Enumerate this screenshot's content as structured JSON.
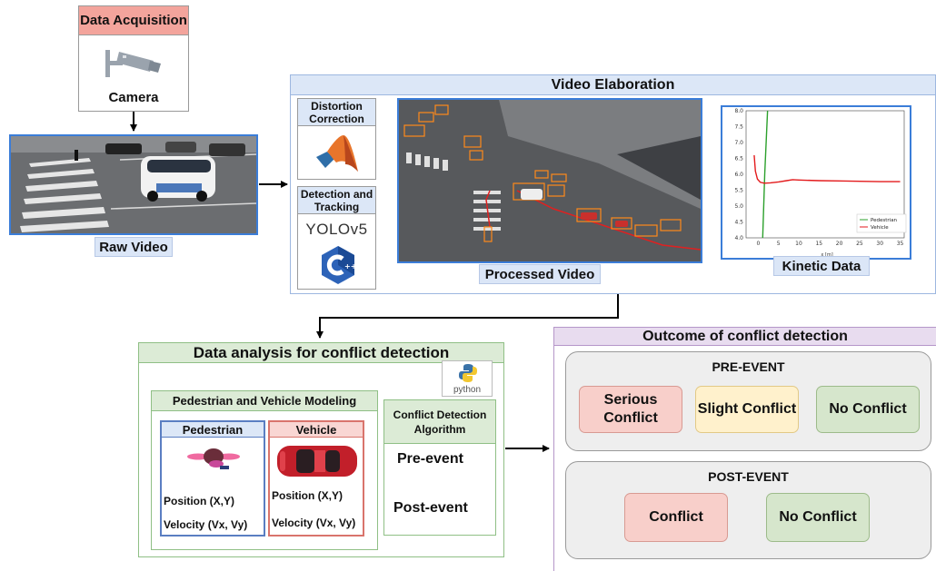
{
  "acquisition": {
    "title": "Data Acquisition",
    "camera_label": "Camera",
    "icon": "security-camera-icon"
  },
  "raw_video": {
    "label": "Raw Video"
  },
  "elaboration": {
    "title": "Video Elaboration",
    "distortion": {
      "title": "Distortion Correction",
      "icon": "matlab-logo"
    },
    "detection": {
      "title": "Detection and Tracking",
      "logo_text": "YOLOv5",
      "icon": "cpp-logo"
    },
    "processed_label": "Processed Video",
    "kinetic_label": "Kinetic Data"
  },
  "chart_data": {
    "type": "line",
    "title": "",
    "xlabel": "x [m]",
    "ylabel": "",
    "xlim": [
      -3,
      36
    ],
    "ylim": [
      4.0,
      8.0
    ],
    "xticks": [
      0,
      5,
      10,
      15,
      20,
      25,
      30,
      35
    ],
    "yticks": [
      4.0,
      4.5,
      5.0,
      5.5,
      6.0,
      6.5,
      7.0,
      7.5,
      8.0
    ],
    "legend": "bottom-right",
    "series": [
      {
        "name": "Pedestrian",
        "color": "#2ca02c",
        "x": [
          1.1,
          1.6,
          2.3
        ],
        "y": [
          4.0,
          6.0,
          8.0
        ]
      },
      {
        "name": "Vehicle",
        "color": "#e31a1c",
        "x": [
          -1.0,
          -0.7,
          -0.2,
          0.5,
          1.5,
          3,
          5,
          7,
          8.5,
          10,
          15,
          20,
          25,
          30,
          35
        ],
        "y": [
          6.6,
          6.1,
          5.85,
          5.75,
          5.72,
          5.73,
          5.76,
          5.8,
          5.83,
          5.82,
          5.8,
          5.79,
          5.78,
          5.77,
          5.77
        ]
      }
    ]
  },
  "analysis": {
    "title": "Data analysis for conflict detection",
    "python_label": "python",
    "modeling": {
      "title": "Pedestrian and Vehicle Modeling",
      "pedestrian": {
        "title": "Pedestrian",
        "position": "Position (X,Y)",
        "velocity": "Velocity (Vx, Vy)"
      },
      "vehicle": {
        "title": "Vehicle",
        "position": "Position (X,Y)",
        "velocity": "Velocity (Vx, Vy)"
      }
    },
    "algorithm": {
      "title": "Conflict Detection Algorithm",
      "pre": "Pre-event",
      "post": "Post-event"
    }
  },
  "outcome": {
    "title": "Outcome of conflict detection",
    "pre_event": {
      "title": "PRE-EVENT",
      "serious": "Serious Conflict",
      "slight": "Slight Conflict",
      "none": "No Conflict"
    },
    "post_event": {
      "title": "POST-EVENT",
      "conflict": "Conflict",
      "none": "No Conflict"
    }
  }
}
